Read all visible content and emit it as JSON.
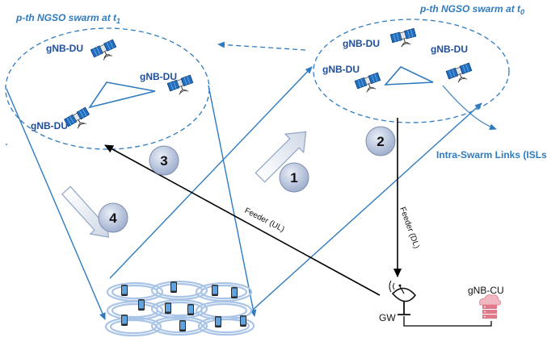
{
  "swarm_t1": {
    "title": "p-th NGSO swarm at t",
    "subscript": "1",
    "sat_labels": [
      "gNB-DU",
      "gNB-DU",
      "gNB-DU"
    ]
  },
  "swarm_t0": {
    "title": "p-th NGSO swarm at t",
    "subscript": "0",
    "sat_labels": [
      "gNB-DU",
      "gNB-DU",
      "gNB-DU"
    ]
  },
  "isl_label": "Intra-Swarm Links (ISLs)",
  "feeder_ul": "Feeder (UL)",
  "feeder_dl": "Feeder (DL)",
  "gateway_label": "GW",
  "cu_label": "gNB-CU",
  "steps": [
    "1",
    "2",
    "3",
    "4"
  ],
  "colors": {
    "swarm_outline": "#2f7bbf",
    "beam": "#2f7bbf",
    "feeder": "#000000",
    "satellite_panel": "#1f6fc0",
    "step_circle": "#b9c6dd",
    "cell_ring": "#a9c4e6",
    "server": "#e07a8a"
  }
}
